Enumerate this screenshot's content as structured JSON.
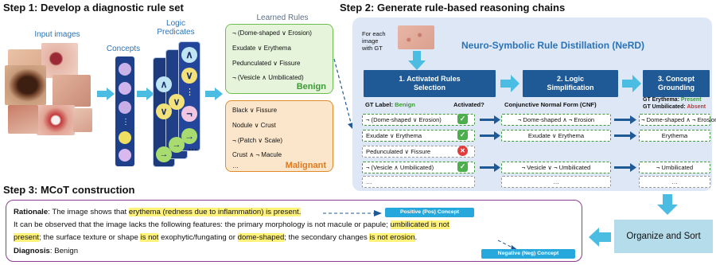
{
  "step1": {
    "title": "Step 1: Develop a diagnostic rule set",
    "input_images_label": "Input images",
    "concepts_label": "Concepts",
    "logic_predicates_label": "Logic\nPredicates",
    "learned_rules_label": "Learned Rules",
    "benign_rules": [
      "¬ (Dome-shaped ∨ Erosion)",
      "Exudate ∨ Erythema",
      "Pedunculated ∨ Fissure",
      "¬ (Vesicle ∧ Umbilicated)"
    ],
    "benign_label": "Benign",
    "malignant_rules": [
      "Black ∨ Fissure",
      "Nodule ∨ Crust",
      "¬ (Patch ∨ Scale)",
      "Crust ∧ ¬ Macule",
      "…"
    ],
    "malignant_label": "Malignant",
    "predicate_symbols": [
      "∧",
      "∨",
      "⋮",
      "¬",
      "→"
    ],
    "ellipsis": "…"
  },
  "step2": {
    "title": "Step 2: Generate rule-based reasoning chains",
    "for_each_label": "For each\nimage\nwith GT",
    "nerd_title": "Neuro-Symbolic Rule Distillation (NeRD)",
    "stage1": "1. Activated Rules\nSelection",
    "stage2": "2. Logic\nSimplification",
    "stage3": "3. Concept\nGrounding",
    "gt_label_prefix": "GT Label:",
    "gt_label_value": "Benign",
    "activated_header": "Activated?",
    "cnf_header": "Conjunctive Normal Form (CNF)",
    "gt_erythema_prefix": "GT Erythema:",
    "gt_erythema_value": "Present",
    "gt_umbilicated_prefix": "GT Umbilicated:",
    "gt_umbilicated_value": "Absent",
    "rules": [
      "¬ (Dome-shaped ∨ Erosion)",
      "Exudate ∨ Erythema",
      "Pedunculated ∨ Fissure",
      "¬ (Vesicle ∧ Umbilicated)",
      "…"
    ],
    "cnf": [
      "¬ Dome-shaped ∧ ¬ Erosion",
      "Exudate ∨ Erythema",
      "¬ Vesicle ∨ ¬ Umbilicated",
      "…"
    ],
    "grounded": [
      "¬ Dome-shaped ∧ ¬ Erosion",
      "Erythema",
      "¬ Umbilicated",
      "…"
    ],
    "activated": [
      true,
      true,
      false,
      true
    ]
  },
  "step3": {
    "title": "Step 3: MCoT construction",
    "rationale_label": "Rationale",
    "line1_pre": ": The image shows that ",
    "line1_hl": "erythema (redness due to inflammation) is present.",
    "line2_pre": "It can be observed that the image lacks the following features: the primary morphology is not macule or papule; ",
    "line2_hl": "umbilicated is not",
    "line3_hl1": "present",
    "line3_mid1": "; the surface texture or shape ",
    "line3_hl2": "is not",
    "line3_mid2": " exophytic/fungating or ",
    "line3_hl3": "dome-shaped",
    "line3_mid3": "; the secondary changes ",
    "line3_hl4": "is not erosion",
    "line3_end": ".",
    "diagnosis_label": "Diagnosis",
    "diagnosis_value": ": Benign",
    "pos_tag": "Positive (Pos) Concept",
    "neg_tag": "Negative (Neg) Concept"
  },
  "organize": {
    "label": "Organize and Sort"
  },
  "colors": {
    "blue_arrow": "#4bbde3",
    "dark_blue": "#1f5a96",
    "nerd_bg": "#dde7f6",
    "benign_bg": "#e6f4dc",
    "benign_border": "#6cbf4e",
    "malignant_bg": "#fce6cb",
    "malignant_border": "#e08a2a",
    "mcot_border": "#8e3c8e",
    "organize_bg": "#b5dceb"
  }
}
